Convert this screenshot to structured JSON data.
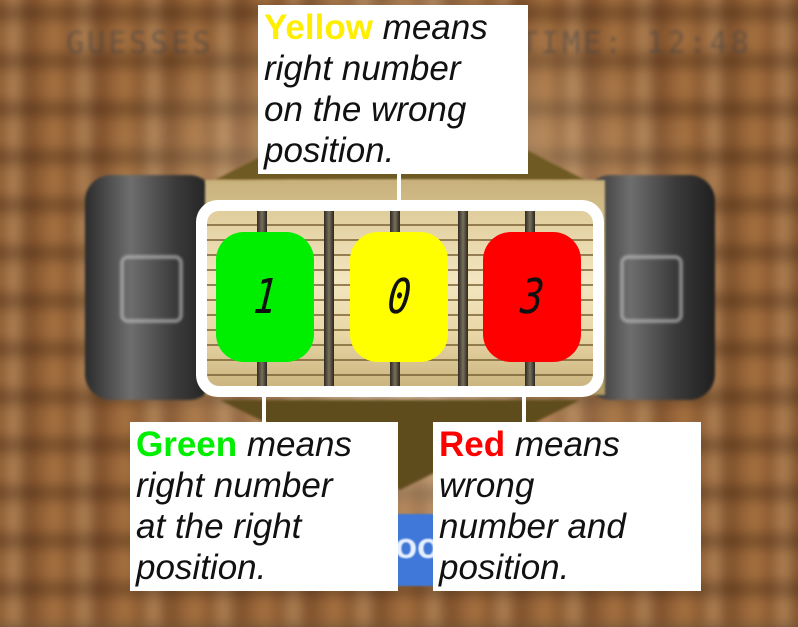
{
  "hud": {
    "guesses_label": "GUESSES",
    "time_label": "TIME: 12:48"
  },
  "play_button_label": "OO",
  "dials": [
    {
      "digit": "1",
      "status": "green",
      "color": "#00ee00"
    },
    {
      "digit": "0",
      "status": "yellow",
      "color": "#ffff00"
    },
    {
      "digit": "3",
      "status": "red",
      "color": "#ff0000"
    }
  ],
  "callouts": {
    "yellow": {
      "keyword": "Yellow",
      "keyword_color": "#ffee00",
      "text": " means\nright number\non the wrong\nposition."
    },
    "green": {
      "keyword": "Green",
      "keyword_color": "#00ee00",
      "text": " means\nright number\nat the right\nposition."
    },
    "red": {
      "keyword": "Red",
      "keyword_color": "#ff0000",
      "text": " means\nwrong\nnumber and\nposition."
    }
  }
}
